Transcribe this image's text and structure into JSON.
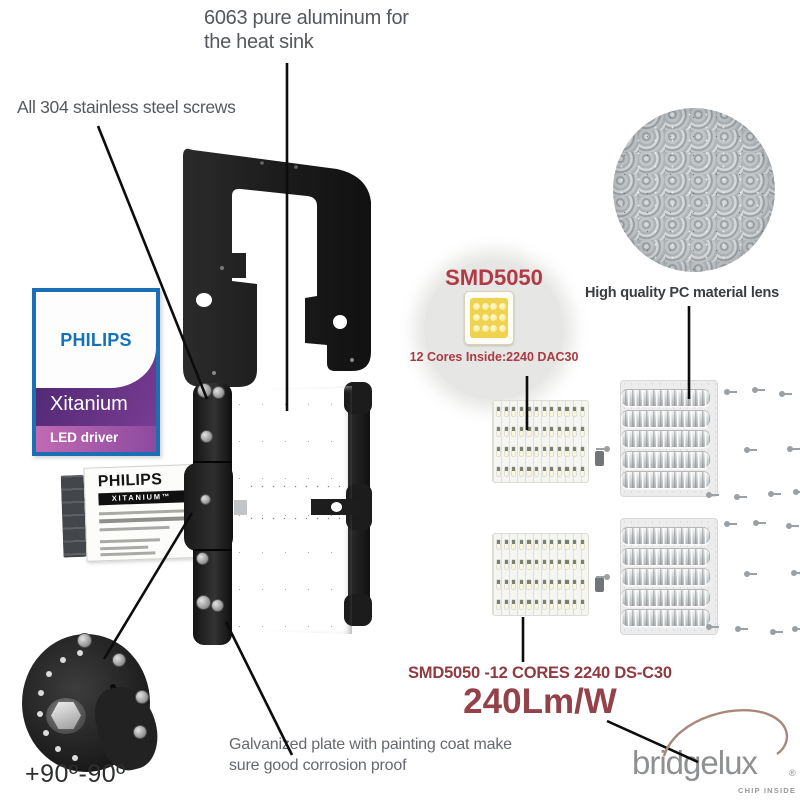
{
  "annotations": {
    "heatsink": {
      "line1": "6063 pure aluminum for",
      "line2": "the heat sink"
    },
    "screws": {
      "text": "All 304 stainless steel screws"
    },
    "lens": {
      "text": "High quality PC material lens"
    },
    "galvanized": {
      "line1": "Galvanized plate with painting coat make",
      "line2": "sure good corrosion proof"
    },
    "rotation": {
      "text": "+90º-90º"
    }
  },
  "smd_callout": {
    "title": "SMD5050",
    "caption": "12 Cores Inside:2240 DAC30"
  },
  "specs": {
    "model_line": "SMD5050 -12 CORES  2240 DS-C30",
    "efficacy": "240Lm/W"
  },
  "philips_box": {
    "brand": "PHILIPS",
    "product": "Xitanium",
    "category": "LED driver"
  },
  "driver_unit": {
    "brand": "PHILIPS",
    "model": "XITANIUM™"
  },
  "bridgelux": {
    "name": "bridgelux",
    "registered": "®",
    "tagline": "CHIP INSIDE"
  },
  "colors": {
    "callout_red": "#b23a46",
    "spec_maroon": "#8e3b41",
    "label_gray": "#55585c",
    "philips_blue": "#1472b8",
    "xitanium_purple": "#5e2d80",
    "led_driver_pink": "#b05fae",
    "bridgelux_gray": "#8e9092",
    "bridgelux_arc": "#a8887b"
  }
}
